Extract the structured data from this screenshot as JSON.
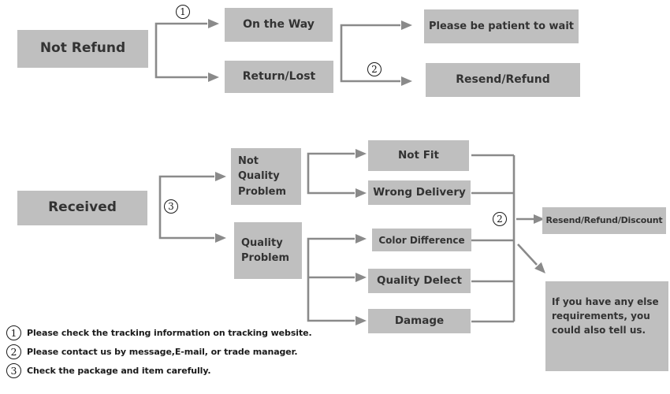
{
  "colors": {
    "box_fill": "#bfbfbf",
    "box_text": "#333333",
    "line": "#8a8a8a",
    "note_text": "#1a1a1a",
    "marker_border": "#1a1a1a"
  },
  "boxes": {
    "not_refund": "Not Refund",
    "on_the_way": "On the Way",
    "return_lost": "Return/Lost",
    "be_patient": "Please be patient to wait",
    "resend_refund": "Resend/Refund",
    "received": "Received",
    "not_quality_problem": "Not Quality Problem",
    "quality_problem": "Quality Problem",
    "not_fit": "Not Fit",
    "wrong_delivery": "Wrong Delivery",
    "color_difference": "Color Difference",
    "quality_delect": "Quality Delect",
    "damage": "Damage",
    "resend_refund_discount": "Resend/Refund/Discount",
    "other_requirements": "If you have any else requirements, you could also tell us."
  },
  "markers": {
    "step1": "1",
    "step2_top": "2",
    "step3": "3",
    "step2_bottom": "2"
  },
  "notes": [
    {
      "marker": "1",
      "text": "Please check the tracking information on tracking website."
    },
    {
      "marker": "2",
      "text": "Please contact us by message,E-mail, or trade manager."
    },
    {
      "marker": "3",
      "text": "Check the package and item carefully."
    }
  ]
}
